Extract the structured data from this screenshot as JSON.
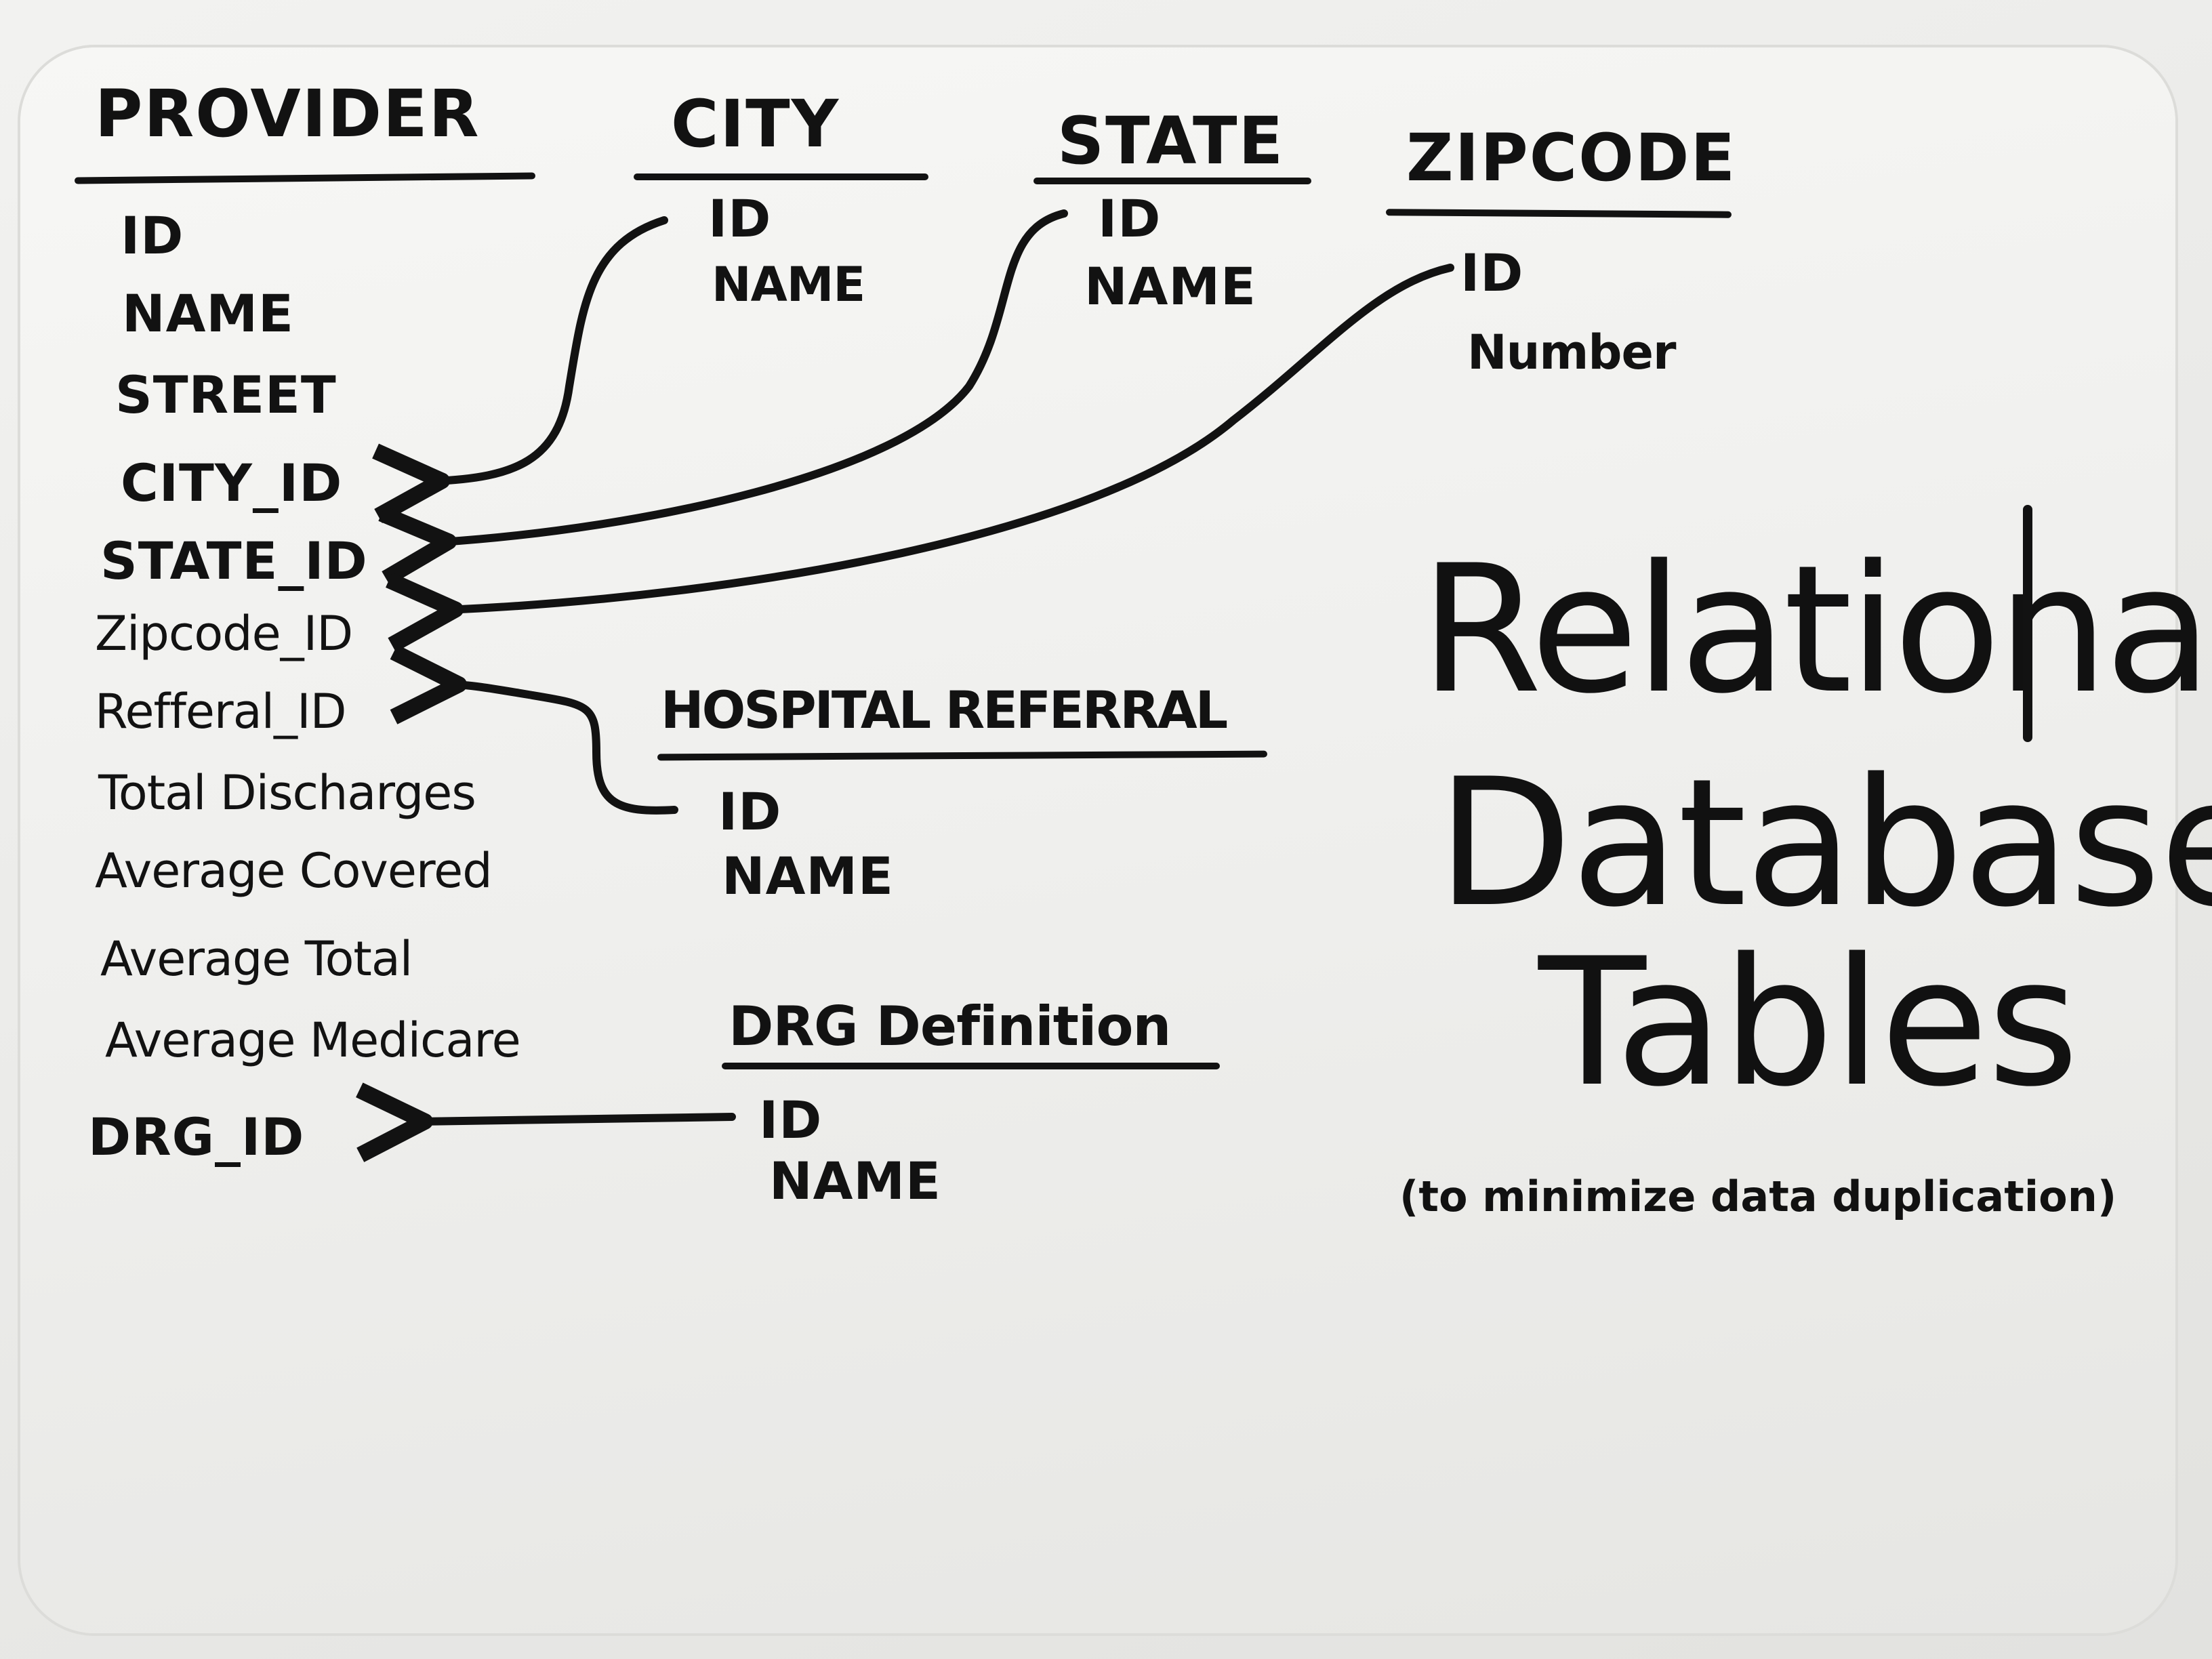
{
  "tables": {
    "provider": {
      "title": "PROVIDER",
      "fields": [
        "ID",
        "NAME",
        "STREET",
        "CITY_ID",
        "STATE_ID",
        "Zipcode_ID",
        "Refferal_ID",
        "Total Discharges",
        "Average Covered",
        "Average Total",
        "Average Medicare",
        "DRG_ID"
      ]
    },
    "city": {
      "title": "CITY",
      "fields": [
        "ID",
        "NAME"
      ]
    },
    "state": {
      "title": "STATE",
      "fields": [
        "ID",
        "NAME"
      ]
    },
    "zipcode": {
      "title": "ZIPCODE",
      "fields": [
        "ID",
        "Number"
      ]
    },
    "hospital_referral": {
      "title": "HOSPITAL REFERRAL",
      "fields": [
        "ID",
        "NAME"
      ]
    },
    "drg_definition": {
      "title": "DRG Definition",
      "fields": [
        "ID",
        "NAME"
      ]
    }
  },
  "heading": {
    "line1": "Relational",
    "line2": "Database",
    "line3": "Tables"
  },
  "caption": "(to minimize data duplication)",
  "relations": [
    {
      "from": "city.ID",
      "to": "provider.CITY_ID"
    },
    {
      "from": "state.ID",
      "to": "provider.STATE_ID"
    },
    {
      "from": "zipcode.ID",
      "to": "provider.Zipcode_ID"
    },
    {
      "from": "hospital_referral.ID",
      "to": "provider.Refferal_ID"
    },
    {
      "from": "drg_definition.ID",
      "to": "provider.DRG_ID"
    }
  ],
  "colors": {
    "ink": "#121212",
    "board": "#efefed"
  }
}
